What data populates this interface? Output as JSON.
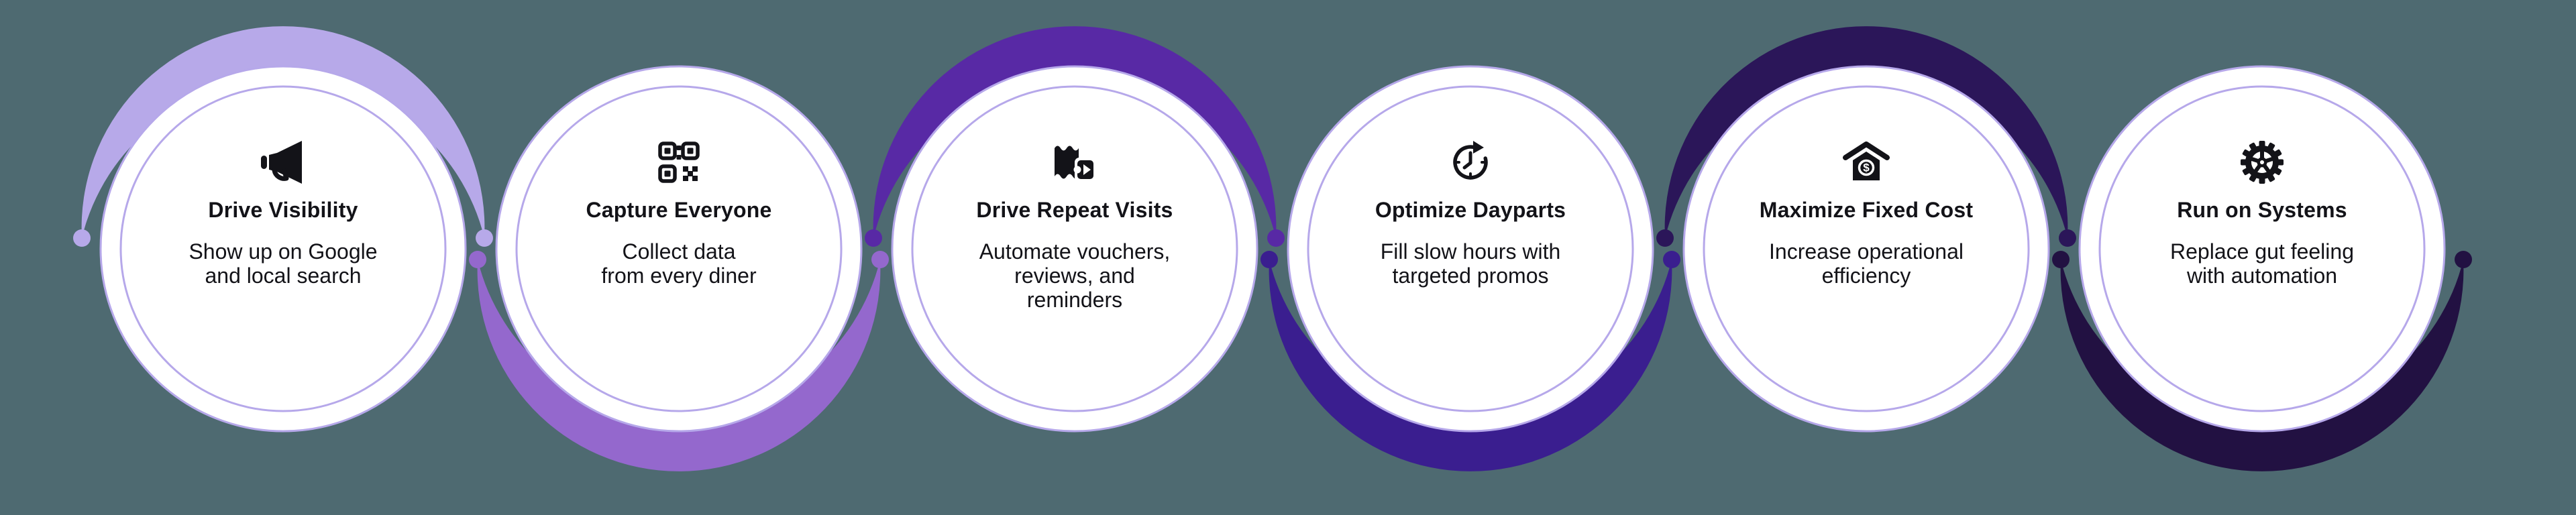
{
  "canvas": {
    "bg": "#4e6a71",
    "circle_fill": "#ffffff",
    "outline_color": "#b6a8ea",
    "icon_color": "#131318",
    "text_color": "#131318"
  },
  "steps": [
    {
      "title": "Drive Visibility",
      "desc_lines": [
        "Show up on Google",
        "and local search"
      ],
      "icon": "megaphone",
      "arc_color": "#b7a9e9",
      "arc_position": "top"
    },
    {
      "title": "Capture Everyone",
      "desc_lines": [
        "Collect data",
        "from every diner"
      ],
      "icon": "qr-code",
      "arc_color": "#9468cd",
      "arc_position": "bottom"
    },
    {
      "title": "Drive Repeat Visits",
      "desc_lines": [
        "Automate vouchers,",
        "reviews, and",
        "reminders"
      ],
      "icon": "receipt-voucher",
      "arc_color": "#5829a5",
      "arc_position": "top"
    },
    {
      "title": "Optimize Dayparts",
      "desc_lines": [
        "Fill slow hours with",
        "targeted promos"
      ],
      "icon": "clock-refresh",
      "arc_color": "#3a1e8f",
      "arc_position": "bottom"
    },
    {
      "title": "Maximize Fixed Cost",
      "desc_lines": [
        "Increase operational",
        "efficiency"
      ],
      "icon": "house-dollar",
      "icon_text": "$",
      "arc_color": "#2b1659",
      "arc_position": "top"
    },
    {
      "title": "Run on Systems",
      "desc_lines": [
        "Replace gut feeling",
        "with automation"
      ],
      "icon": "gear",
      "arc_color": "#221142",
      "arc_position": "bottom"
    }
  ]
}
